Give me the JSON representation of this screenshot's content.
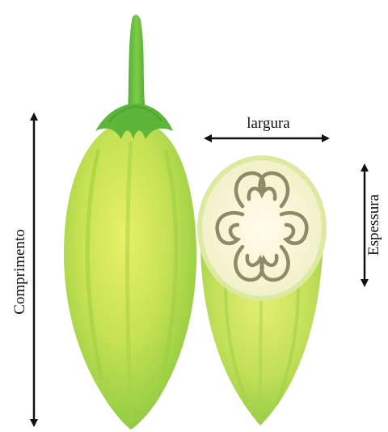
{
  "labels": {
    "length": "Comprimento",
    "width": "largura",
    "thickness": "Espessura"
  },
  "colors": {
    "pod_light": "#d6ea5c",
    "pod_dark": "#7cc23a",
    "stem": "#5fb83a",
    "seed_core": "#fbf8dc",
    "seed_lines": "#8a8a62",
    "arrow": "#111111"
  }
}
